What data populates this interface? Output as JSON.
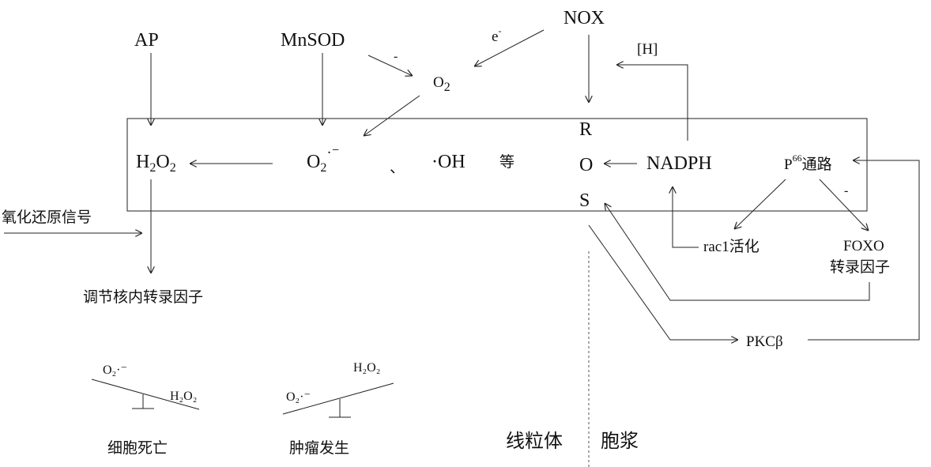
{
  "nodes": {
    "ap": "AP",
    "mnsod": "MnSOD",
    "nox": "NOX",
    "o2_label": "O",
    "o2_sub": "2",
    "e_label": "e",
    "e_sup": "-",
    "minus_mnsod": "-",
    "h_bracket": "[H]",
    "h2o2_h": "H",
    "h2o2_s1": "2",
    "h2o2_o": "O",
    "h2o2_s2": "2",
    "o2rad_o": "O",
    "o2rad_sub": "2",
    "o2rad_sup": "·⁻",
    "comma": "、",
    "oh": "·OH",
    "deng": "等",
    "ros_r": "R",
    "ros_o": "O",
    "ros_s": "S",
    "nadph": "NADPH",
    "p66_p": "P",
    "p66_sup": "66",
    "p66_rest": "通路",
    "redox_signal": "氧化还原信号",
    "nuclear_tf": "调节核内转录因子",
    "rac1": "rac1活化",
    "foxo": "FOXO",
    "foxo_tf": "转录因子",
    "minus_foxo": "-",
    "pkcb": "PKCβ",
    "mito": "线粒体",
    "cyto": "胞浆",
    "cell_death": "细胞死亡",
    "tumor": "肿瘤发生",
    "bal1_left": "O₂·⁻",
    "bal1_right": "H₂O₂",
    "bal2_left": "O₂·⁻",
    "bal2_right": "H₂O₂"
  }
}
